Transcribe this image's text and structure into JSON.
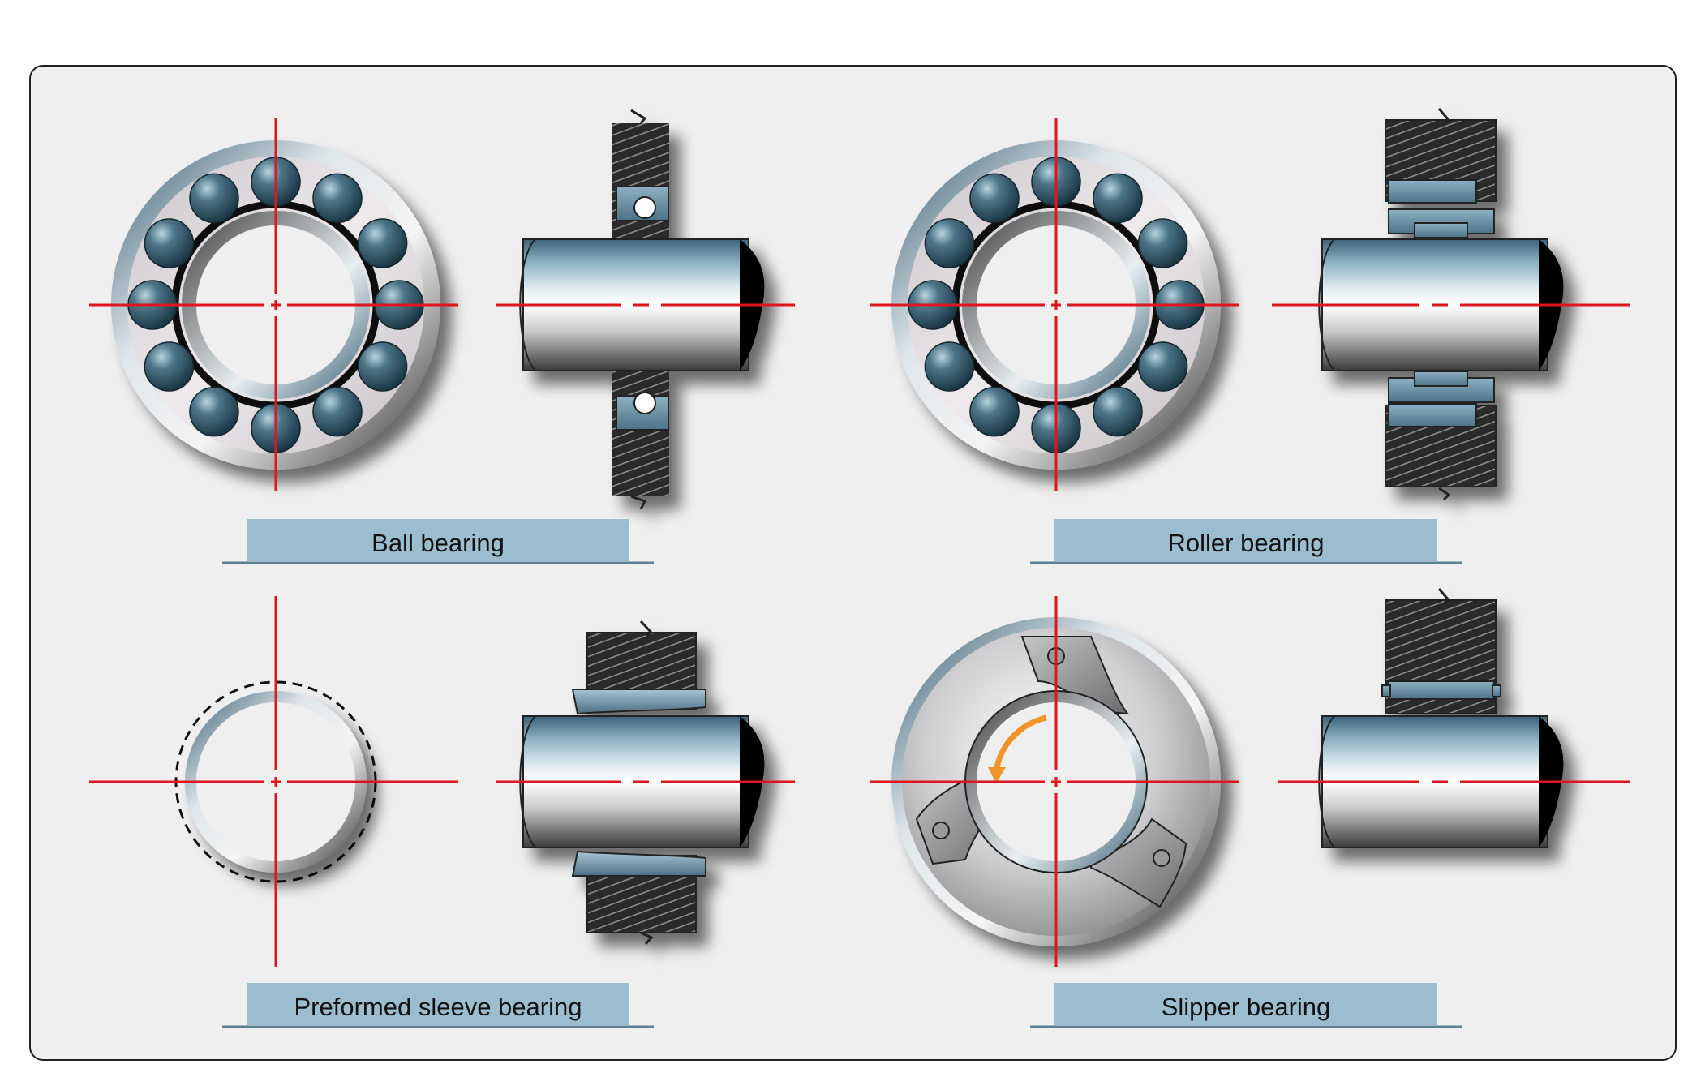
{
  "colors": {
    "panel_bg": "#efeff0",
    "panel_border": "#222222",
    "centerline": "#e0161f",
    "caption_bg": "#9cbdd0",
    "caption_rule": "#5d7f92",
    "steel_blue": "#3c6478",
    "hatch": "#2a2a2a",
    "arrow": "#f0952a"
  },
  "panels": [
    {
      "id": "ball",
      "caption": "Ball bearing"
    },
    {
      "id": "roller",
      "caption": "Roller bearing"
    },
    {
      "id": "sleeve",
      "caption": "Preformed sleeve bearing"
    },
    {
      "id": "slipper",
      "caption": "Slipper bearing"
    }
  ]
}
